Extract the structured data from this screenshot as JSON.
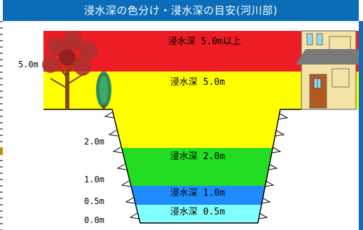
{
  "header": {
    "title": "浸水深の色分け・浸水深の目安(河川部)"
  },
  "bands": [
    {
      "label": "浸水深 5.0m以上",
      "color": "#ee1c25"
    },
    {
      "label": "浸水深 5.0m",
      "color": "#ffff00"
    },
    {
      "label": "浸水深 2.0m",
      "color": "#22dd22"
    },
    {
      "label": "浸水深 1.0m",
      "color": "#1e8cff"
    },
    {
      "label": "浸水深 0.5m",
      "color": "#7fffff"
    }
  ],
  "depth_labels": {
    "d50": "5.0m",
    "d20": "2.0m",
    "d10": "1.0m",
    "d05": "0.5m",
    "d00": "0.0m"
  },
  "colors": {
    "header_bg": "#0b6db8",
    "tree_trunk": "#8b4513",
    "tree_leaves": "#a83232",
    "conifer": "#2e8b57",
    "house_wall": "#f3e3a6",
    "house_roof": "#7a7a7a",
    "window": "#9ad7f0",
    "door": "#b35a1f"
  }
}
